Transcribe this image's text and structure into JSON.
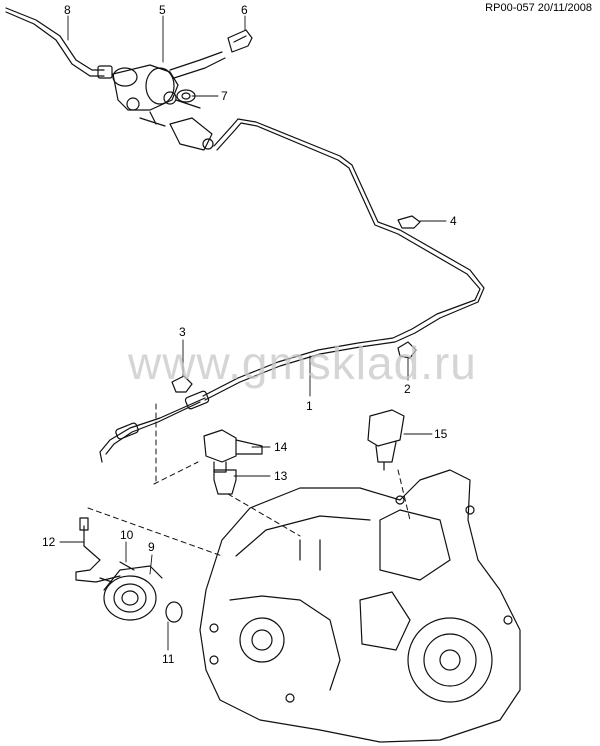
{
  "header": {
    "drawing_code": "RP00-057 20/11/2008"
  },
  "watermark": {
    "text": "www.gmsklad.ru"
  },
  "callouts": {
    "c1": "1",
    "c2": "2",
    "c3": "3",
    "c4": "4",
    "c5": "5",
    "c6": "6",
    "c7": "7",
    "c8": "8",
    "c9": "9",
    "c10": "10",
    "c11": "11",
    "c12": "12",
    "c13": "13",
    "c14": "14",
    "c15": "15"
  }
}
